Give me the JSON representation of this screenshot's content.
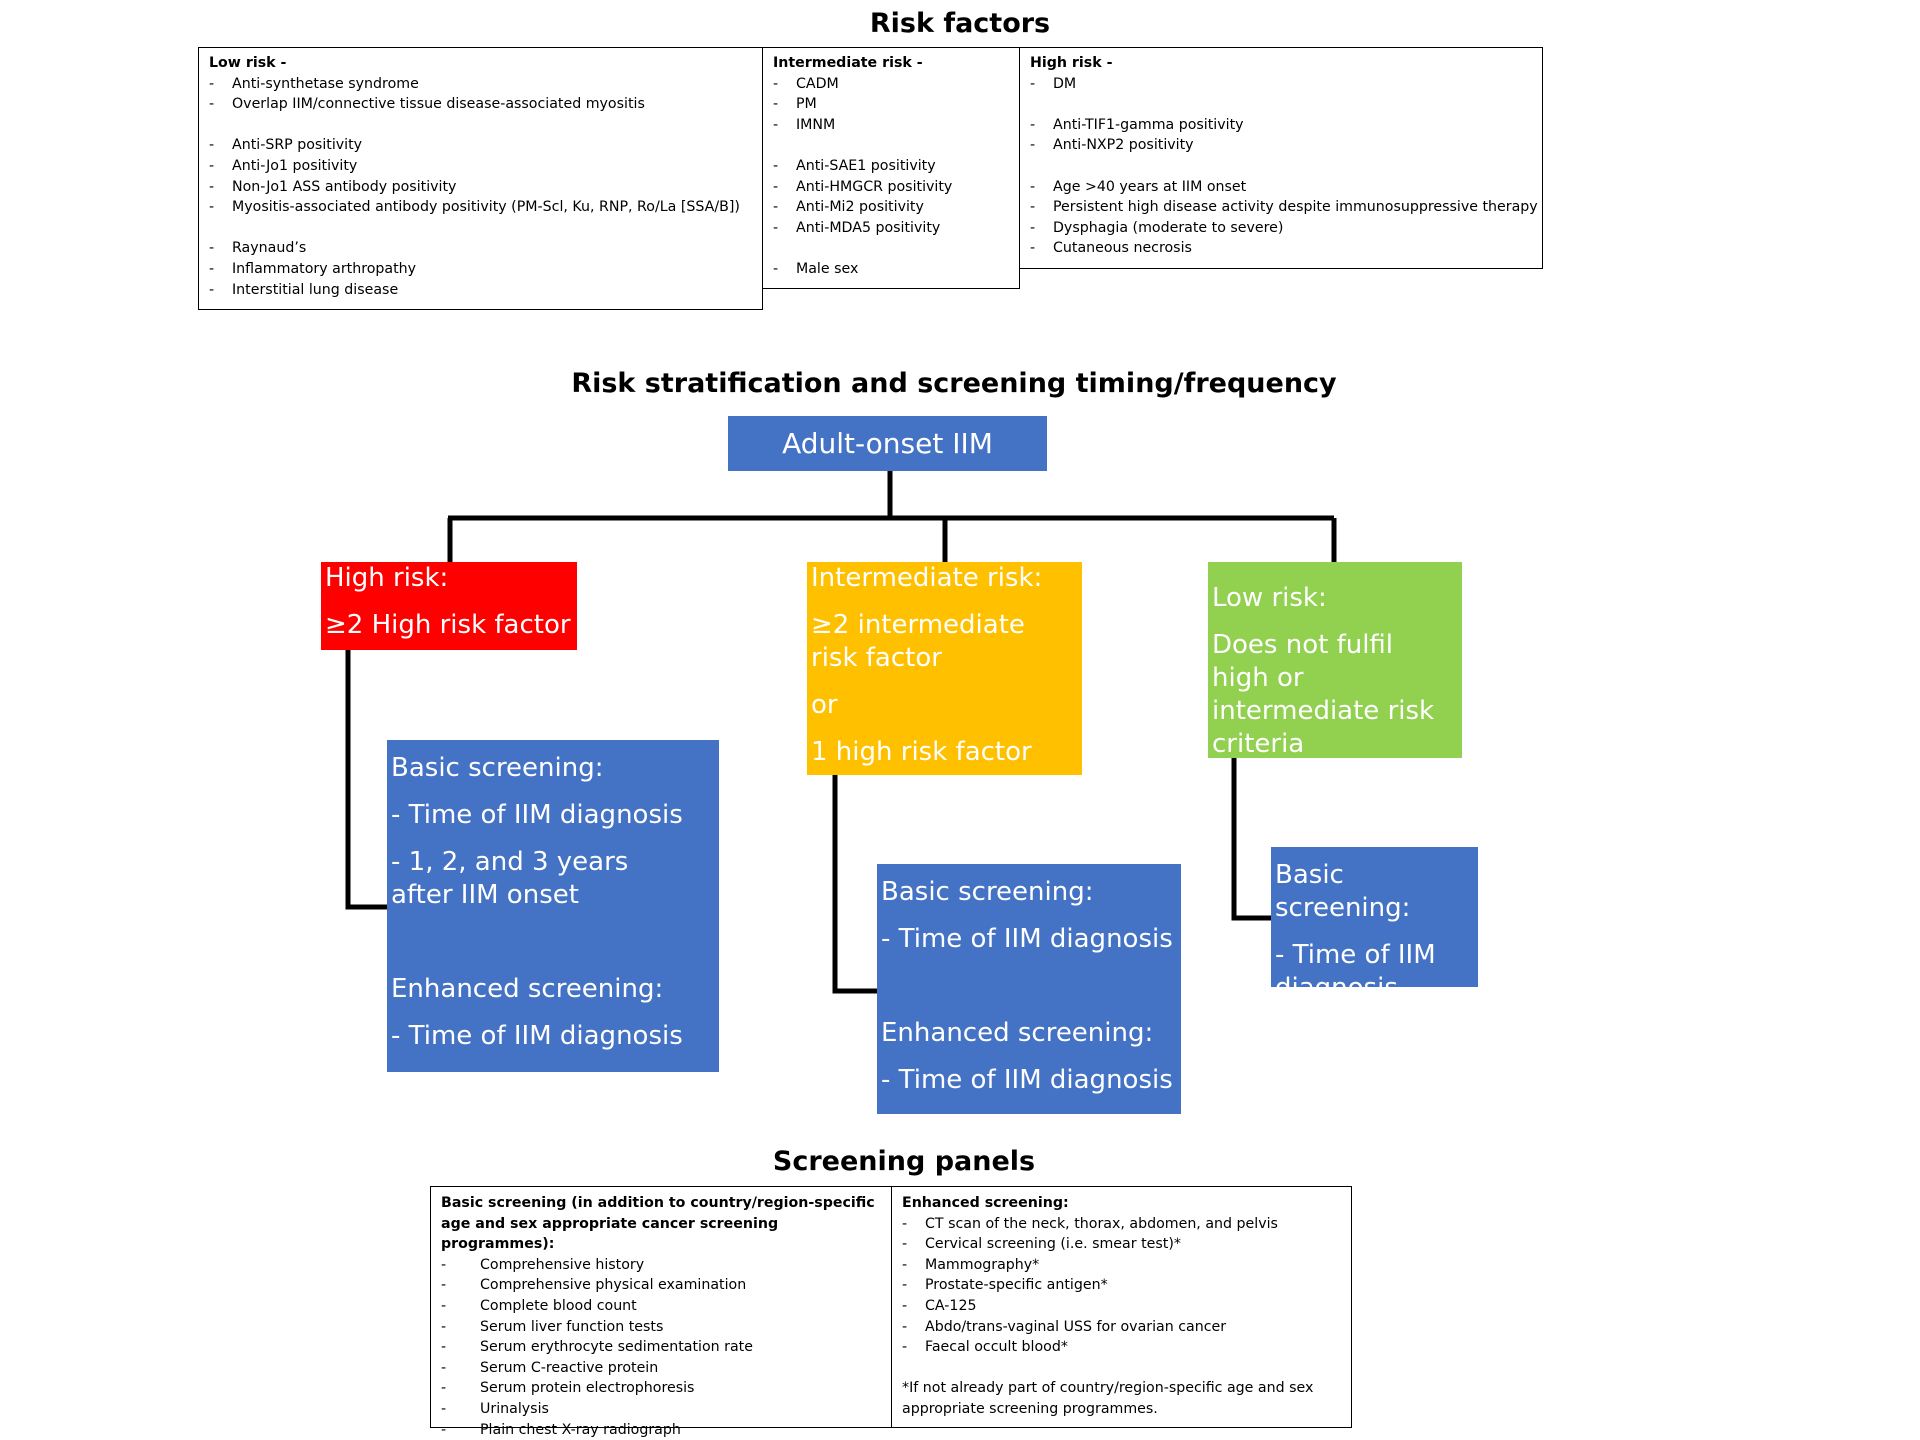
{
  "risk_factors": {
    "title": "Risk factors",
    "low": {
      "header": "Low risk -",
      "items": [
        "Anti-synthetase syndrome",
        "Overlap IIM/connective tissue disease-associated myositis",
        "",
        "Anti-SRP positivity",
        "Anti-Jo1 positivity",
        "Non-Jo1 ASS antibody positivity",
        "Myositis-associated antibody positivity (PM-Scl, Ku, RNP, Ro/La [SSA/B])",
        "",
        "Raynaud’s",
        "Inflammatory arthropathy",
        "Interstitial lung disease"
      ]
    },
    "intermediate": {
      "header": "Intermediate risk -",
      "items": [
        "CADM",
        "PM",
        "IMNM",
        "",
        "Anti-SAE1 positivity",
        "Anti-HMGCR positivity",
        "Anti-Mi2 positivity",
        "Anti-MDA5 positivity",
        "",
        "Male sex"
      ]
    },
    "high": {
      "header": "High risk -",
      "items": [
        "DM",
        "",
        "Anti-TIF1-gamma positivity",
        "Anti-NXP2 positivity",
        "",
        "Age >40 years at IIM onset",
        "Persistent high disease activity despite immunosuppressive therapy",
        "Dysphagia (moderate to severe)",
        "Cutaneous necrosis"
      ]
    }
  },
  "stratification": {
    "title": "Risk stratification and screening timing/frequency",
    "root": "Adult-onset IIM",
    "high": {
      "label": "High risk:",
      "criteria": "≥2 High risk factor",
      "basic_label": "Basic screening:",
      "basic_items": [
        "- Time of IIM diagnosis",
        "- 1, 2, and 3 years after IIM onset"
      ],
      "enhanced_label": "Enhanced screening:",
      "enhanced_items": [
        "- Time of IIM diagnosis"
      ]
    },
    "intermediate": {
      "label": "Intermediate risk:",
      "criteria_1": "≥2 intermediate risk factor",
      "or": "or",
      "criteria_2": "1 high risk factor",
      "basic_label": "Basic screening:",
      "basic_items": [
        "- Time of IIM diagnosis"
      ],
      "enhanced_label": "Enhanced screening:",
      "enhanced_items": [
        "- Time of IIM diagnosis"
      ]
    },
    "low": {
      "label": "Low risk:",
      "criteria": "Does not fulfil high or intermediate risk criteria",
      "basic_label": "Basic screening:",
      "basic_items": [
        "- Time of IIM diagnosis"
      ]
    }
  },
  "panels": {
    "title": "Screening panels",
    "basic": {
      "header": "Basic screening (in addition to country/region-specific age and sex appropriate cancer screening programmes):",
      "items": [
        "Comprehensive history",
        "Comprehensive physical examination",
        "Complete blood count",
        "Serum liver function tests",
        "Serum erythrocyte sedimentation rate",
        "Serum C-reactive protein",
        "Serum protein electrophoresis",
        "Urinalysis",
        "Plain chest X-ray radiograph"
      ]
    },
    "enhanced": {
      "header": "Enhanced screening:",
      "items": [
        "CT scan of the neck, thorax, abdomen, and pelvis",
        "Cervical screening (i.e. smear test)*",
        "Mammography*",
        "Prostate-specific antigen*",
        "CA-125",
        "Abdo/trans-vaginal USS for ovarian cancer",
        "Faecal occult blood*"
      ],
      "footnote": "*If not already part of country/region-specific age and sex appropriate screening programmes."
    }
  },
  "colors": {
    "high": "#ff0000",
    "intermediate": "#ffc000",
    "low": "#92d050",
    "screening": "#4472c4"
  }
}
